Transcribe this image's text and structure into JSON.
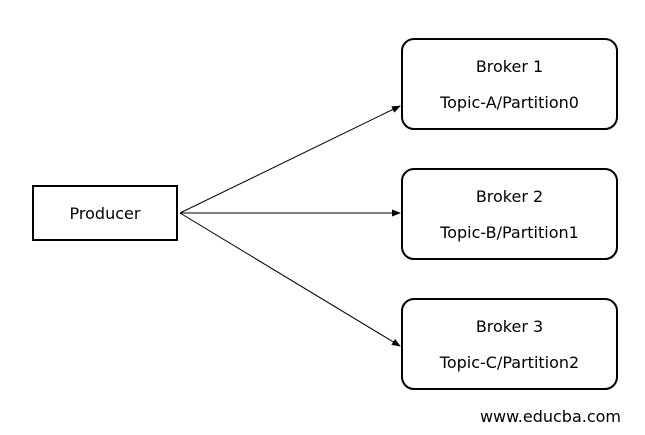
{
  "producer": {
    "label": "Producer"
  },
  "brokers": [
    {
      "name": "Broker 1",
      "topic": "Topic-A/Partition0"
    },
    {
      "name": "Broker 2",
      "topic": "Topic-B/Partition1"
    },
    {
      "name": "Broker 3",
      "topic": "Topic-C/Partition2"
    }
  ],
  "watermark": "www.educba.com"
}
